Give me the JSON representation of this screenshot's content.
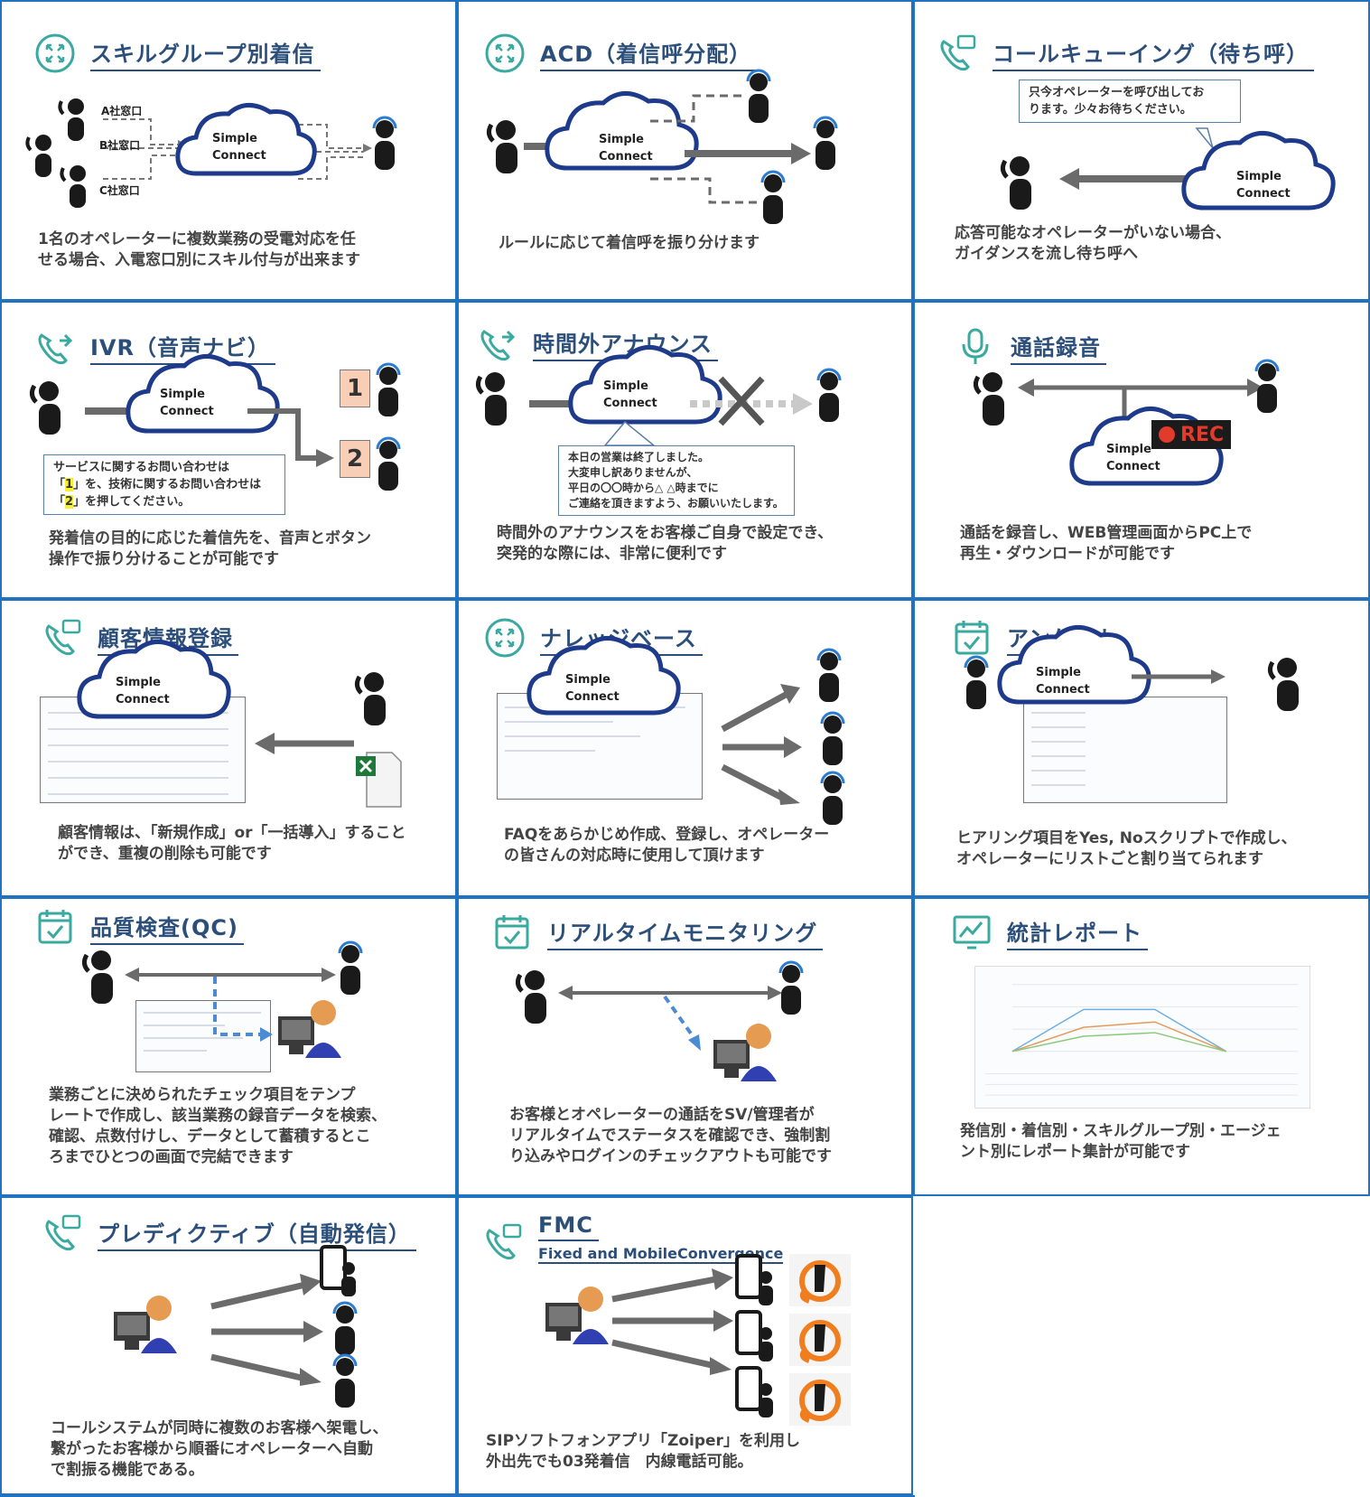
{
  "colors": {
    "border": "#1f73c1",
    "title": "#2b4f7a",
    "icon": "#3aa9a0",
    "cloud": "#1e3a8a",
    "arrow": "#707070",
    "dashed": "#4a8bd4",
    "rec": "#e23a2b"
  },
  "cloud": {
    "line1": "Simple",
    "line2": "Connect"
  },
  "cards": {
    "skill_group": {
      "title": "スキルグループ別着信",
      "icon": "expand-arrows-icon",
      "labels": [
        "A社窓口",
        "B社窓口",
        "C社窓口"
      ],
      "desc": "1名のオペレーターに複数業務の受電対応を任\nせる場合、入電窓口別にスキル付与が出来ます"
    },
    "acd": {
      "title": "ACD（着信呼分配）",
      "icon": "expand-arrows-icon",
      "desc": "ルールに応じて着信呼を振り分けます"
    },
    "call_queuing": {
      "title": "コールキューイング（待ち呼）",
      "icon": "phone-message-icon",
      "callout": "只今オペレーターを呼び出してお\nります。少々お待ちください。",
      "desc": "応答可能なオペレーターがいない場合、\nガイダンスを流し待ち呼へ"
    },
    "ivr": {
      "title": "IVR（音声ナビ）",
      "icon": "phone-forward-icon",
      "num1": "1",
      "num2": "2",
      "callout_line1": "サービスに関するお問い合わせは",
      "callout_q1": "「",
      "callout_h1": "1",
      "callout_line2": "」を、技術に関するお問い合わせは",
      "callout_q2": "「",
      "callout_h2": "2",
      "callout_line3": "」を押してください。",
      "desc": "発着信の目的に応じた着信先を、音声とボタン\n操作で振り分けることが可能です"
    },
    "after_hours": {
      "title": "時間外アナウンス",
      "icon": "phone-forward-icon",
      "callout": "本日の営業は終了しました。\n大変申し訳ありませんが、\n平日の〇〇時から△ △時までに\nご連絡を頂きますよう、お願いいたします。",
      "desc": "時間外のアナウンスをお客様ご自身で設定でき、\n突発的な際には、非常に便利です"
    },
    "recording": {
      "title": "通話録音",
      "icon": "microphone-icon",
      "rec": "REC",
      "desc": "通話を録音し、WEB管理画面からPC上で\n再生・ダウンロードが可能です"
    },
    "customer_info": {
      "title": "顧客情報登録",
      "icon": "phone-message-icon",
      "desc": "顧客情報は、「新規作成」or「一括導入」すること\nができ、重複の削除も可能です"
    },
    "knowledge": {
      "title": "ナレッジベース",
      "icon": "expand-arrows-icon",
      "desc": "FAQをあらかじめ作成、登録し、オペレーター\nの皆さんの対応時に使用して頂けます"
    },
    "survey": {
      "title": "アンケート",
      "icon": "calendar-check-icon",
      "desc": "ヒアリング項目をYes, Noスクリプトで作成し、\nオペレーターにリストごと割り当てられます"
    },
    "qc": {
      "title": "品質検査(QC)",
      "icon": "calendar-check-icon",
      "desc": "業務ごとに決められたチェック項目をテンプ\nレートで作成し、該当業務の録音データを検索、\n確認、点数付けし、データとして蓄積するとこ\nろまでひとつの画面で完結できます"
    },
    "monitoring": {
      "title": "リアルタイムモニタリング",
      "icon": "calendar-check-icon",
      "desc": "お客様とオペレーターの通話をSV/管理者が\nリアルタイムでステータスを確認でき、強制割\nり込みやログインのチェックアウトも可能です"
    },
    "stats": {
      "title": "統計レポート",
      "icon": "chart-monitor-icon",
      "desc": "発信別・着信別・スキルグループ別・エージェ\nント別にレポート集計が可能です"
    },
    "predictive": {
      "title": "プレディクティブ（自動発信）",
      "icon": "phone-message-icon",
      "desc": "コールシステムが同時に複数のお客様へ架電し、\n繋がったお客様から順番にオペレーターへ自動\nで割振る機能である。"
    },
    "fmc": {
      "title": "FMC",
      "subtitle": "Fixed and MobileConvergence",
      "icon": "phone-message-icon",
      "desc": "SIPソフトフォンアプリ「Zoiper」を利用し\n外出先でも03発着信　内線電話可能。"
    }
  }
}
